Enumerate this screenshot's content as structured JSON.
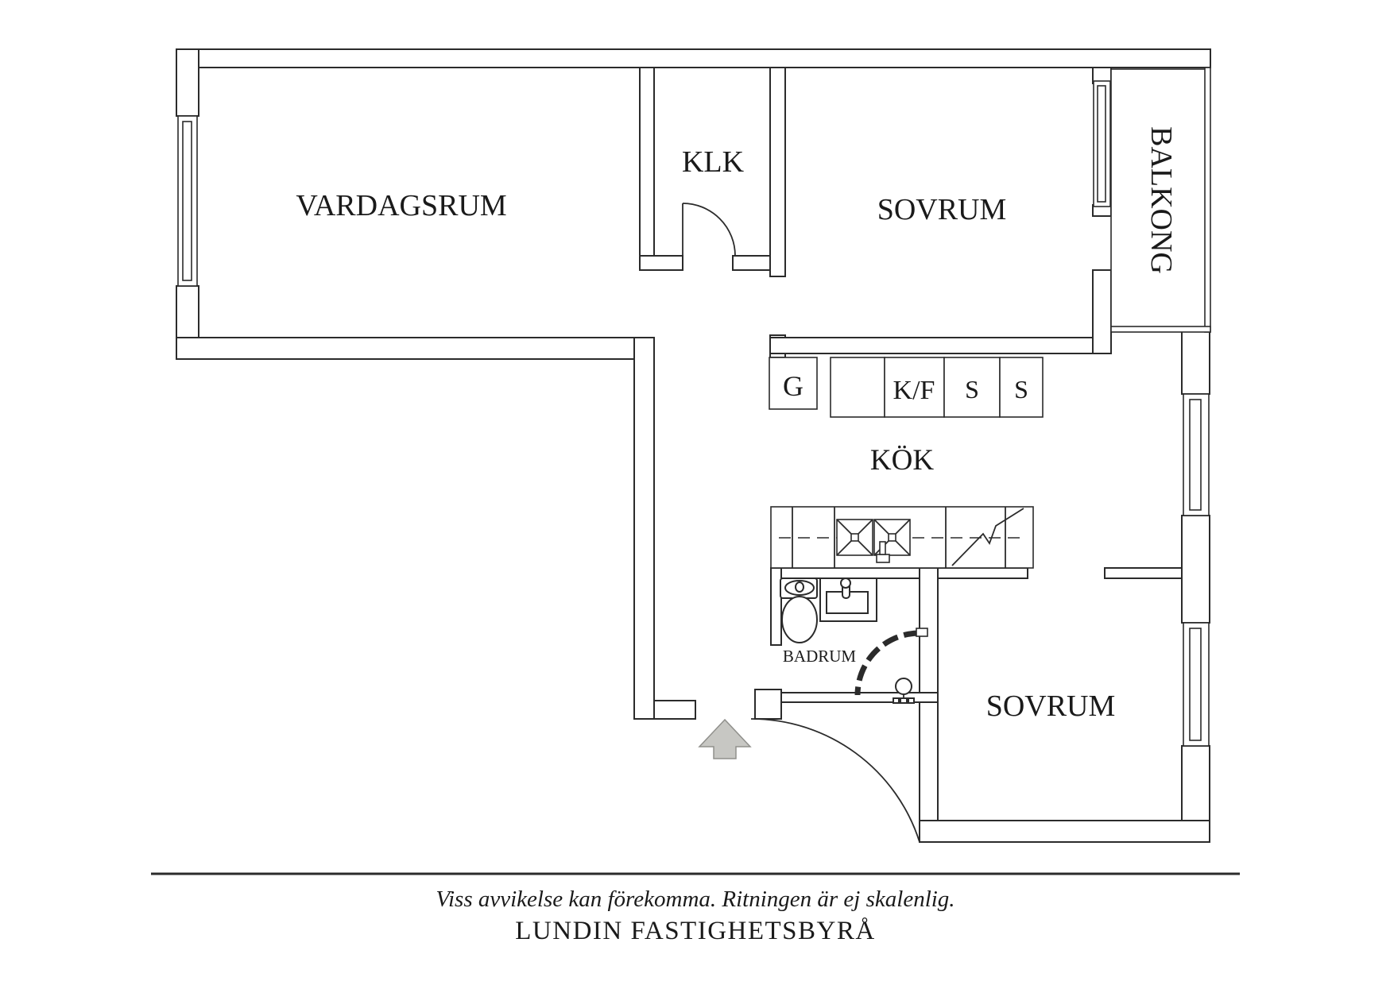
{
  "plan": {
    "rooms": {
      "vardagsrum": "VARDAGSRUM",
      "klk": "KLK",
      "sovrum_top": "SOVRUM",
      "balkong": "BALKONG",
      "kok": "KÖK",
      "badrum": "BADRUM",
      "sovrum_bottom": "SOVRUM"
    },
    "cabinets": {
      "wardrobe": "G",
      "fridge_freezer": "K/F",
      "closet_1": "S",
      "closet_2": "S"
    },
    "icons": {
      "entry_arrow": "up-arrow",
      "door_swing": "quarter-arc",
      "shower_curtain": "dashed-quarter-arc",
      "window": "double-rect-frame",
      "toilet": "tank-and-bowl",
      "washbasin": "rect-basin-with-faucet",
      "kitchen_sinks": "crossed-squares",
      "stove": "zigzag-diagonal",
      "floor_drain": "circle-with-base"
    }
  },
  "footer": {
    "disclaimer": "Viss avvikelse kan förekomma. Ritningen är ej skalenlig.",
    "brand": "LUNDIN FASTIGHETSBYRÅ"
  },
  "colors": {
    "background": "#ffffff",
    "line": "#2b2b2b",
    "label": "#1a1a1a",
    "arrow_fill": "#c7c7c3",
    "arrow_stroke": "#90908c"
  }
}
